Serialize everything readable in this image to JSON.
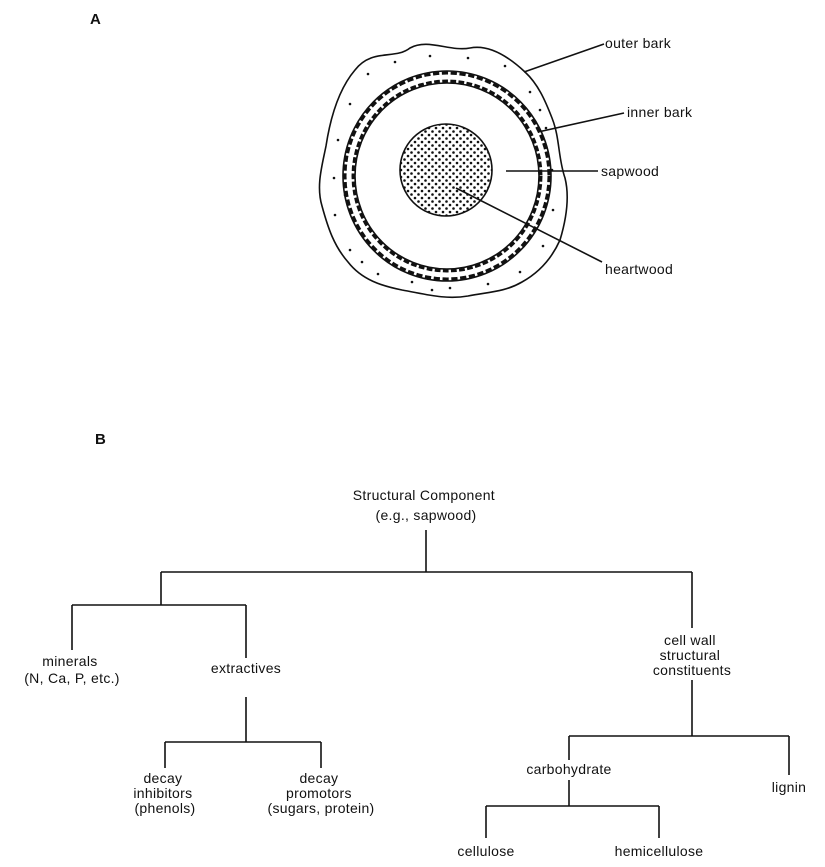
{
  "panel_a": {
    "letter": "A",
    "labels": {
      "outer_bark": "outer bark",
      "inner_bark": "inner bark",
      "sapwood": "sapwood",
      "heartwood": "heartwood"
    }
  },
  "panel_b": {
    "letter": "B",
    "root": [
      "Structural Component",
      "(e.g., sapwood)"
    ],
    "cell_wall": [
      "cell wall",
      "structural",
      "constituents"
    ],
    "minerals": [
      "minerals",
      "(N, Ca, P, etc.)"
    ],
    "extractives": [
      "extractives"
    ],
    "decay_inhibitors": [
      "decay",
      "inhibitors",
      "(phenols)"
    ],
    "decay_promotors": [
      "decay",
      "promotors",
      "(sugars, protein)"
    ],
    "carbohydrate": [
      "carbohydrate"
    ],
    "lignin": [
      "lignin"
    ],
    "cellulose": [
      "cellulose"
    ],
    "hemicellulose": [
      "hemicellulose"
    ]
  }
}
